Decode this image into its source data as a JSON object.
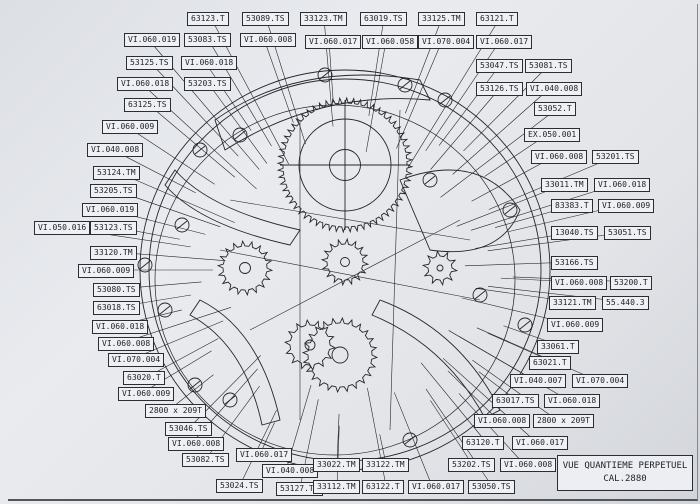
{
  "diagram": {
    "labels": [
      "63123.T",
      "53089.TS",
      "33123.TM",
      "63019.TS",
      "33125.TM",
      "63121.T",
      "VI.060.019",
      "53083.TS",
      "VI.060.008",
      "VI.060.017",
      "VI.060.058",
      "VI.070.004",
      "VI.060.017",
      "53125.TS",
      "VI.060.018",
      "VI.060.018",
      "53203.TS",
      "63125.TS",
      "VI.060.009",
      "VI.040.008",
      "53124.TM",
      "53205.TS",
      "VI.060.019",
      "VI.050.016",
      "53123.TS",
      "33120.TM",
      "VI.060.009",
      "53080.TS",
      "63018.TS",
      "VI.060.018",
      "VI.060.008",
      "VI.070.004",
      "63020.T",
      "VI.060.009",
      "2800 x 209T",
      "53046.TS",
      "VI.060.008",
      "53082.TS",
      "53024.TS",
      "VI.060.017",
      "VI.040.008",
      "53127.TS",
      "33022.TM",
      "33112.TM",
      "33122.TM",
      "63122.T",
      "VI.060.017",
      "53050.TS",
      "53202.TS",
      "VI.060.008",
      "63120.T",
      "VI.060.017",
      "VI.060.008",
      "2800 x 209T",
      "63017.TS",
      "VI.060.018",
      "VI.040.007",
      "VI.070.004",
      "63021.T",
      "33061.T",
      "VI.060.009",
      "33121.TM",
      "55.440.3",
      "VI.060.008",
      "53200.T",
      "53166.TS",
      "13040.TS",
      "53051.TS",
      "83383.T",
      "VI.060.009",
      "33011.TM",
      "VI.060.018",
      "VI.060.008",
      "53201.TS",
      "EX.050.001",
      "53052.T",
      "53126.TS",
      "VI.040.008",
      "53047.TS",
      "53081.TS"
    ],
    "title_line1": "VUE QUANTIEME PERPETUEL",
    "title_line2": "CAL.2880",
    "ink_color": "#23262c",
    "paper_color": "#e6e8ec"
  }
}
